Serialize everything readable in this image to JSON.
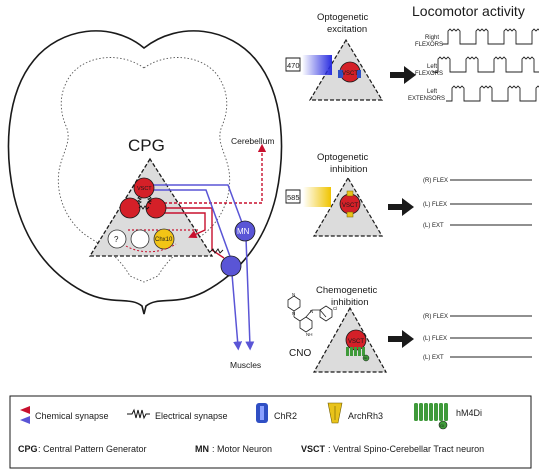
{
  "spinal_cord": {
    "cpg_title": "CPG",
    "cerebellum_label": "Cerebellum",
    "vsct_label": "VSCT",
    "unknown_label": "?",
    "chx10_label": "Chx10",
    "mn_label": "MN",
    "muscles_label": "Muscles"
  },
  "header": {
    "locomotor_title": "Locomotor activity"
  },
  "panels": {
    "excitation": {
      "title_line1": "Optogenetic",
      "title_line2": "excitation",
      "wavelength": "470",
      "vsct_label": "VSCT",
      "traces": [
        {
          "line1": "Right",
          "line2": "FLEXORS"
        },
        {
          "line1": "Left",
          "line2": "FLEXORS"
        },
        {
          "line1": "Left",
          "line2": "EXTENSORS"
        }
      ]
    },
    "inhibition": {
      "title_line1": "Optogenetic",
      "title_line2": "inhibition",
      "wavelength": "585",
      "vsct_label": "VSCT",
      "traces": [
        "(R) FLEX",
        "(L) FLEX",
        "(L) EXT"
      ]
    },
    "chemogenetic": {
      "title_line1": "Chemogenetic",
      "title_line2": "inhibition",
      "cno_label": "CNO",
      "vsct_label": "VSCT",
      "gi_label": "Gi",
      "molecule_labels": {
        "n1": "N",
        "n2": "N",
        "n3": "N",
        "nh": "NH",
        "cl": "Cl"
      },
      "traces": [
        "(R) FLEX",
        "(L) FLEX",
        "(L) EXT"
      ]
    }
  },
  "legend": {
    "chemical_synapse": "Chemical synapse",
    "electrical_synapse": "Electrical synapse",
    "chr2": "ChR2",
    "archrh3": "ArchRh3",
    "hm4di": "hM4Di",
    "gi_label": "Gi",
    "cpg_abbr": "CPG",
    "cpg_def": ": Central Pattern Generator",
    "mn_abbr": "MN",
    "mn_def": ": Motor Neuron",
    "vsct_abbr": "VSCT",
    "vsct_def": ": Ventral Spino-Cerebellar Tract neuron"
  },
  "colors": {
    "neuron_red": "#d42028",
    "axon_red": "#c8102e",
    "blue_purple": "#5a55d6",
    "chr2_blue": "#2f4fc4",
    "arch_yellow": "#e9c31a",
    "hm4di_green": "#3f9a3a",
    "chx10_yellow": "#f2c416",
    "triangle_gray": "#dcdcdc"
  }
}
